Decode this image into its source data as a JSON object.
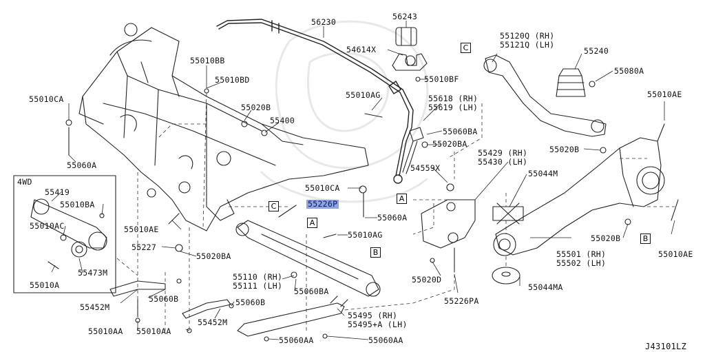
{
  "diagram_id": "J43101LZ",
  "labels": {
    "p56230": "56230",
    "p56243": "56243",
    "p54614x": "54614X",
    "p55010bf": "55010BF",
    "p55010ag_top": "55010AG",
    "p55618": "55618 (RH)",
    "p55619": "55619 (LH)",
    "p55060ba_top": "55060BA",
    "p55020ba_top": "55020BA",
    "p55120q": "55120Q (RH)",
    "p55121q": "55121Q (LH)",
    "p55240": "55240",
    "p55080a": "55080A",
    "p55010ae_right": "55010AE",
    "p55020b_right": "55020B",
    "p55010bb": "55010BB",
    "p55010bd": "55010BD",
    "p55020b_mid": "55020B",
    "p55400": "55400",
    "p55010ca_left": "55010CA",
    "p55060a_left": "55060A",
    "p55429": "55429 (RH)",
    "p55430": "55430 (LH)",
    "p54559x": "54559X",
    "p55044m": "55044M",
    "p55010ca_mid": "55010CA",
    "p55226p": "55226P",
    "p55060a_mid": "55060A",
    "p55010ae_mid": "55010AE",
    "p55010ag_mid": "55010AG",
    "p55227": "55227",
    "p55020ba_mid": "55020BA",
    "p55110": "55110 (RH)",
    "p55111": "55111 (LH)",
    "p55060ba_mid": "55060BA",
    "p55020d": "55020D",
    "p55226pa": "55226PA",
    "p55501": "55501 (RH)",
    "p55502": "55502 (LH)",
    "p55020b_lr": "55020B",
    "p55010ae_lr": "55010AE",
    "p55044ma": "55044MA",
    "p55452m_left": "55452M",
    "p55060b_left": "55060B",
    "p55060b_mid": "55060B",
    "p55452m_mid": "55452M",
    "p55495": "55495 (RH)",
    "p55495a": "55495+A (LH)",
    "p55010aa_1": "55010AA",
    "p55010aa_2": "55010AA",
    "p55060aa_1": "55060AA",
    "p55060aa_2": "55060AA",
    "wd4_title": "4WD",
    "p55419": "55419",
    "p55010ba_box": "55010BA",
    "p55010ac": "55010AC",
    "p55473m": "55473M",
    "p55010a": "55010A"
  },
  "callouts": {
    "a1": "A",
    "a2": "A",
    "a3": "A",
    "b1": "B",
    "b2": "B",
    "c1": "C",
    "c2": "C"
  }
}
